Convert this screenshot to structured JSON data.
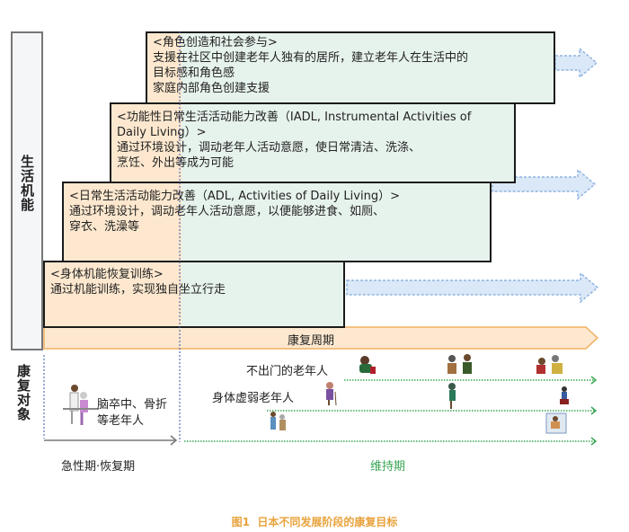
{
  "y_axis_top": "生活机能",
  "y_axis_bottom": "康复对象",
  "boxes": [
    {
      "title": "<角色创造和社会参与>",
      "lines": [
        "支援在社区中创建老年人独有的居所，建立老年人在生活中的",
        "目标感和角色感",
        "家庭内部角色创建支援"
      ]
    },
    {
      "title": "<功能性日常生活活动能力改善（IADL, Instrumental Activities of Daily Living）>",
      "lines": [
        "通过环境设计，调动老年人活动意愿，使日常清洁、洗涤、",
        "烹饪、外出等成为可能"
      ]
    },
    {
      "title": "<日常生活活动能力改善（ADL, Activities of Daily Living）>",
      "lines": [
        "通过环境设计，调动老年人活动意愿，以便能够进食、如厕、",
        "穿衣、洗澡等"
      ]
    },
    {
      "title": "<身体机能恢复训练>",
      "lines": [
        "通过机能训练，实现独自坐立行走"
      ]
    }
  ],
  "rehab_period": "康复周期",
  "targets": {
    "housebound": "不出门的老年人",
    "frail": "身体虚弱老年人",
    "stroke_fracture": "脑卒中、骨折等老年人"
  },
  "phases": {
    "acute": "急性期·恢复期",
    "maintenance": "维持期"
  },
  "caption": "图1  日本不同发展阶段的康复目标",
  "colors": {
    "peach": "#fde8cf",
    "green_fill": "#e6f2ec",
    "arrow_blue": "#8fb3e0",
    "green": "#3aa655",
    "caption": "#e8a33c"
  }
}
